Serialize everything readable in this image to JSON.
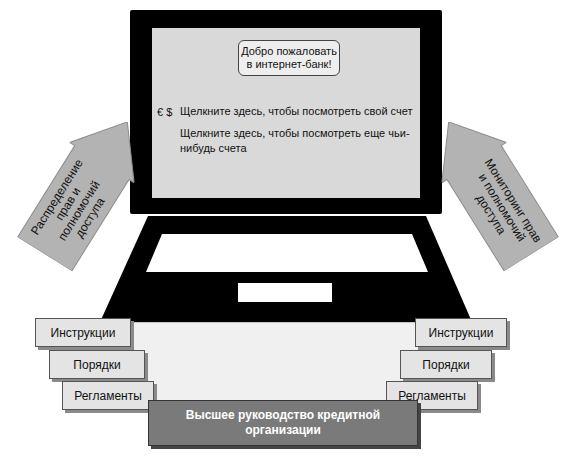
{
  "diagram": {
    "nodes": [
      {
        "text": [
          "Щелкните здесь, чтобы посмотреть свой счет",
          "Щелкните здесь, чтобы посмотреть еще чьи-нибудь счета"
        ]
      },
      {
        "text": [
          "Добро пожаловать в интернет-банк!"
        ],
        "in": 0
      },
      {
        "text": [
          "Распределение прав и полномочий доступа"
        ]
      },
      {
        "text": [
          "Мониторинг прав и полномочий доступа"
        ]
      },
      {
        "text": [
          "Инструкции"
        ]
      },
      {
        "text": [
          "Порядки"
        ]
      },
      {
        "text": [
          "Регламенты"
        ]
      },
      {
        "text": [
          "Высшее руководство кредитной организации"
        ]
      },
      {
        "text": [
          "Инструкции"
        ]
      },
      {
        "text": [
          "Порядки"
        ]
      },
      {
        "text": [
          "Регламенты"
        ]
      }
    ],
    "labels": [
      "€ $"
    ]
  }
}
